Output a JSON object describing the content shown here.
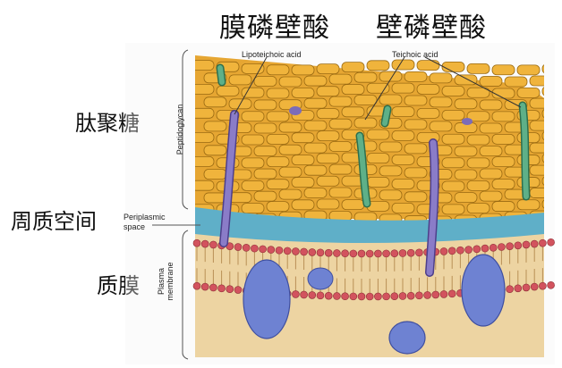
{
  "titles": {
    "membrane_lipoteichoic": "膜磷壁酸",
    "wall_teichoic": "壁磷壁酸"
  },
  "side_labels": {
    "peptidoglycan": "肽聚糖",
    "periplasmic_space": "周质空间",
    "plasma_membrane": "质膜"
  },
  "annotations": {
    "lipoteichoic_acid": "Lipoteichoic acid",
    "teichoic_acid": "Teichoic acid",
    "peptidoglycan_rot": "Peptidoglycan",
    "periplasmic_line1": "Periplasmic",
    "periplasmic_line2": "space",
    "plasma_rot_line1": "Plasma",
    "plasma_rot_line2": "membrane"
  },
  "colors": {
    "peptidoglycan_fill": "#F0B43C",
    "peptidoglycan_stroke": "#9A6A12",
    "periplasm": "#5FAFC8",
    "bilayer": "#E9C890",
    "head_group": "#D2535E",
    "protein": "#6E82D2",
    "lipoteichoic": "#7C6CB8",
    "teichoic": "#4FA07A"
  }
}
